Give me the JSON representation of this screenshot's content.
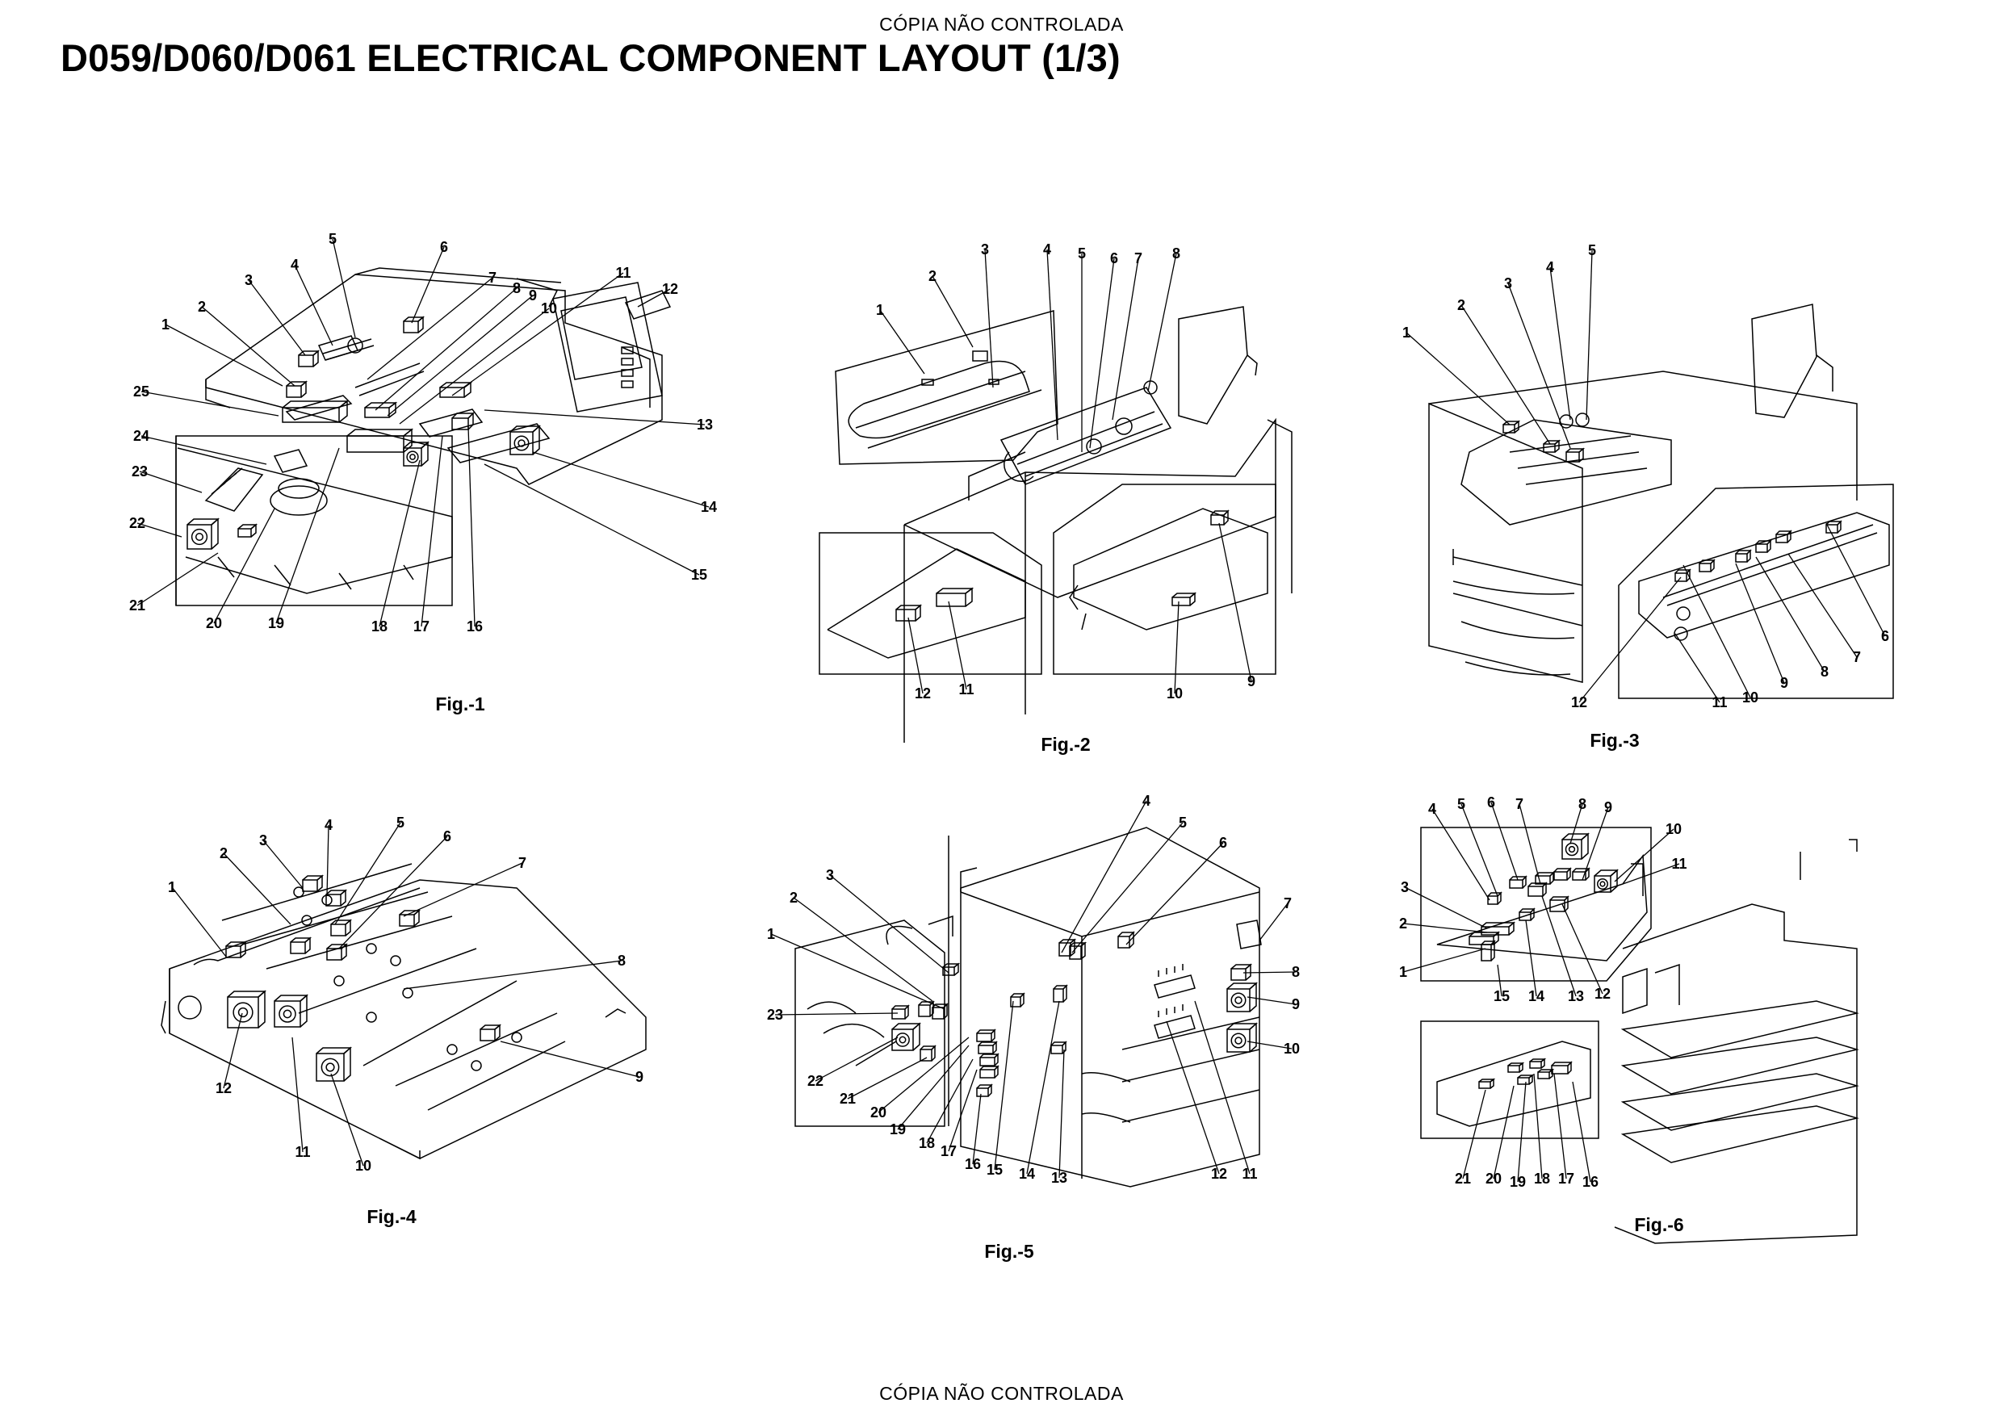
{
  "header": {
    "watermark": "CÓPIA NÃO CONTROLADA",
    "title": "D059/D060/D061 ELECTRICAL COMPONENT LAYOUT (1/3)"
  },
  "footer": {
    "watermark": "CÓPIA NÃO CONTROLADA"
  },
  "figures": [
    {
      "caption": "Fig.-1",
      "callouts": [
        "1",
        "2",
        "3",
        "4",
        "5",
        "6",
        "7",
        "8",
        "9",
        "10",
        "11",
        "12",
        "13",
        "14",
        "15",
        "16",
        "17",
        "18",
        "19",
        "20",
        "21",
        "22",
        "23",
        "24",
        "25"
      ]
    },
    {
      "caption": "Fig.-2",
      "callouts": [
        "1",
        "2",
        "3",
        "4",
        "5",
        "6",
        "7",
        "8",
        "9",
        "10",
        "11",
        "12"
      ]
    },
    {
      "caption": "Fig.-3",
      "callouts": [
        "1",
        "2",
        "3",
        "4",
        "5",
        "6",
        "7",
        "8",
        "9",
        "10",
        "11",
        "12"
      ]
    },
    {
      "caption": "Fig.-4",
      "callouts": [
        "1",
        "2",
        "3",
        "4",
        "5",
        "6",
        "7",
        "8",
        "9",
        "10",
        "11",
        "12"
      ]
    },
    {
      "caption": "Fig.-5",
      "callouts": [
        "1",
        "2",
        "3",
        "4",
        "5",
        "6",
        "7",
        "8",
        "9",
        "10",
        "11",
        "12",
        "13",
        "14",
        "15",
        "16",
        "17",
        "18",
        "19",
        "20",
        "21",
        "22",
        "23"
      ]
    },
    {
      "caption": "Fig.-6",
      "callouts": [
        "1",
        "2",
        "3",
        "4",
        "5",
        "6",
        "7",
        "8",
        "9",
        "10",
        "11",
        "12",
        "13",
        "14",
        "15",
        "16",
        "17",
        "18",
        "19",
        "20",
        "21"
      ]
    }
  ]
}
